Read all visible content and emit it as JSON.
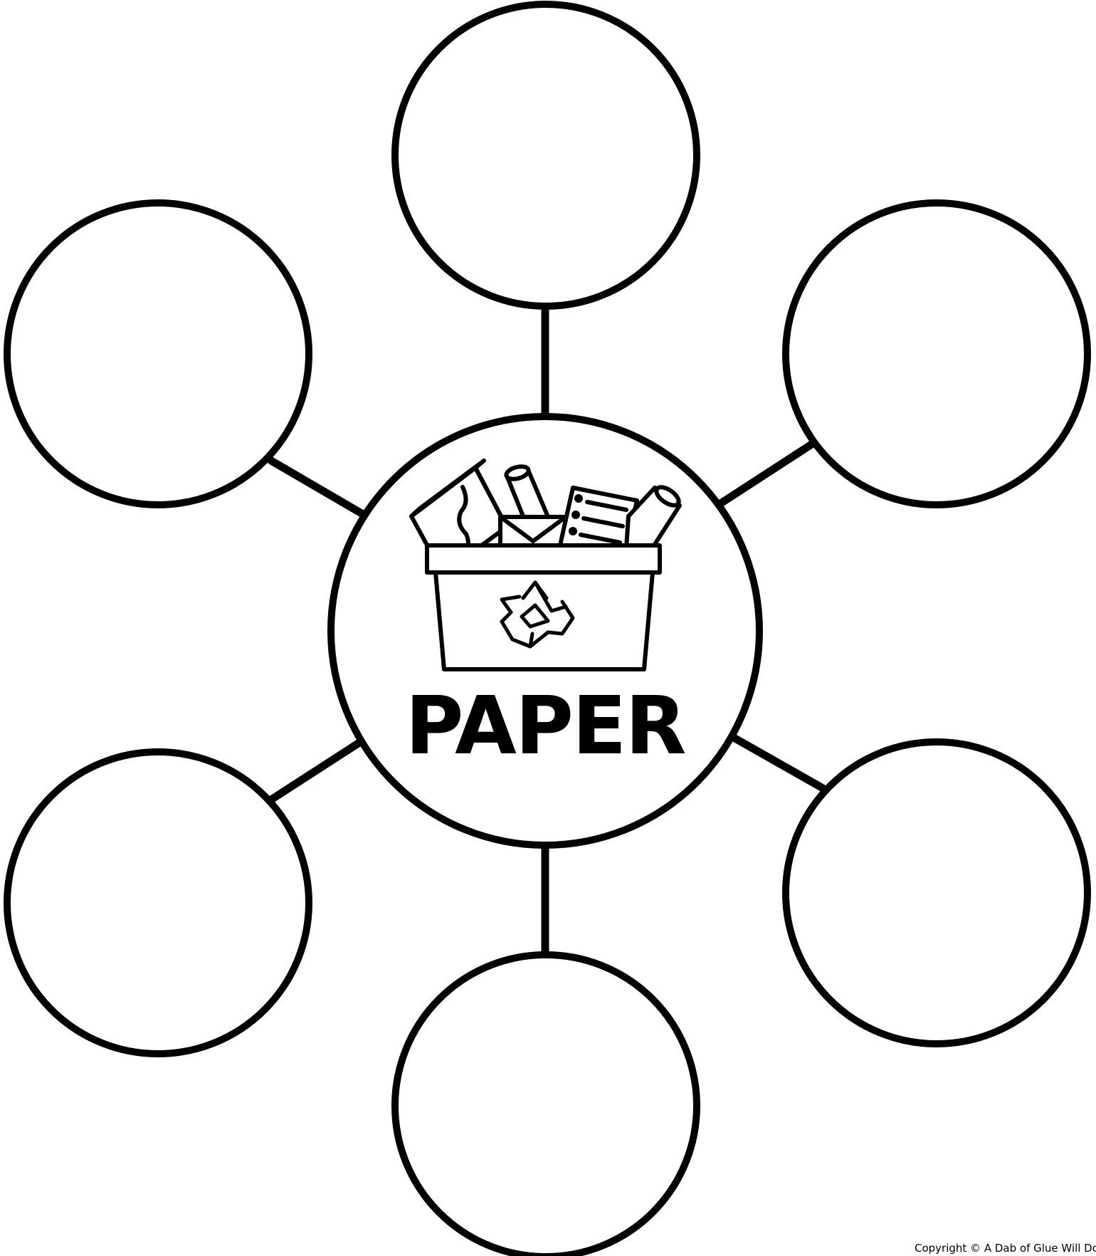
{
  "diagram": {
    "type": "bubble-map",
    "center_label": "PAPER",
    "center_icon": "recycling-bin-with-paper-icon",
    "outer_bubble_count": 6,
    "stroke_color": "#000000",
    "fill_color": "#ffffff"
  },
  "footer": {
    "copyright": "Copyright © A Dab of Glue Will Do"
  }
}
